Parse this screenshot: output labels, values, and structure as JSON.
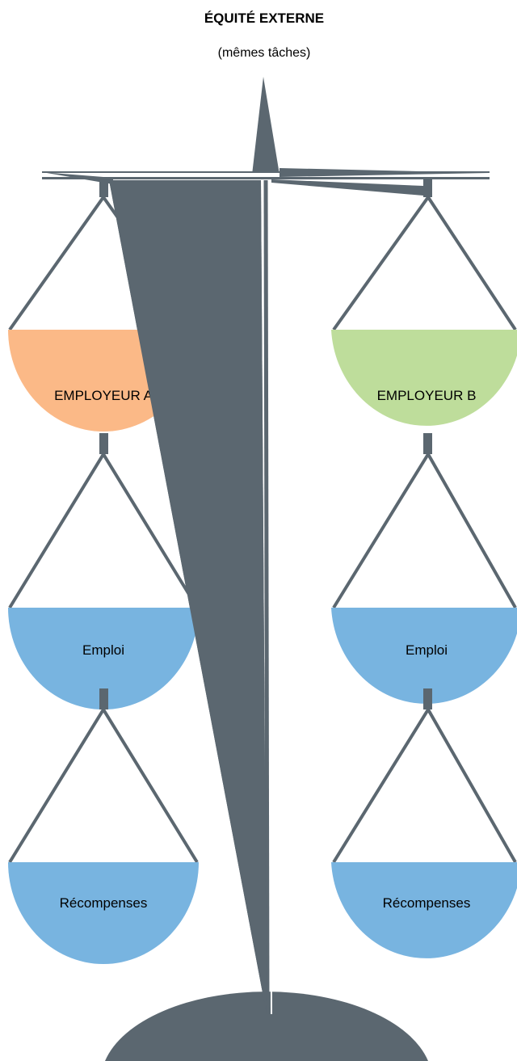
{
  "header": {
    "title": "ÉQUITÉ EXTERNE",
    "subtitle": "(mêmes tâches)"
  },
  "left_column": {
    "pans": [
      "EMPLOYEUR A",
      "Emploi",
      "Récompenses"
    ]
  },
  "right_column": {
    "pans": [
      "EMPLOYEUR B",
      "Emploi",
      "Récompenses"
    ]
  },
  "colors": {
    "structure": "#5b6770",
    "employer_a": "#fbb987",
    "employer_b": "#bedd9b",
    "pan_blue": "#78b4e0"
  }
}
